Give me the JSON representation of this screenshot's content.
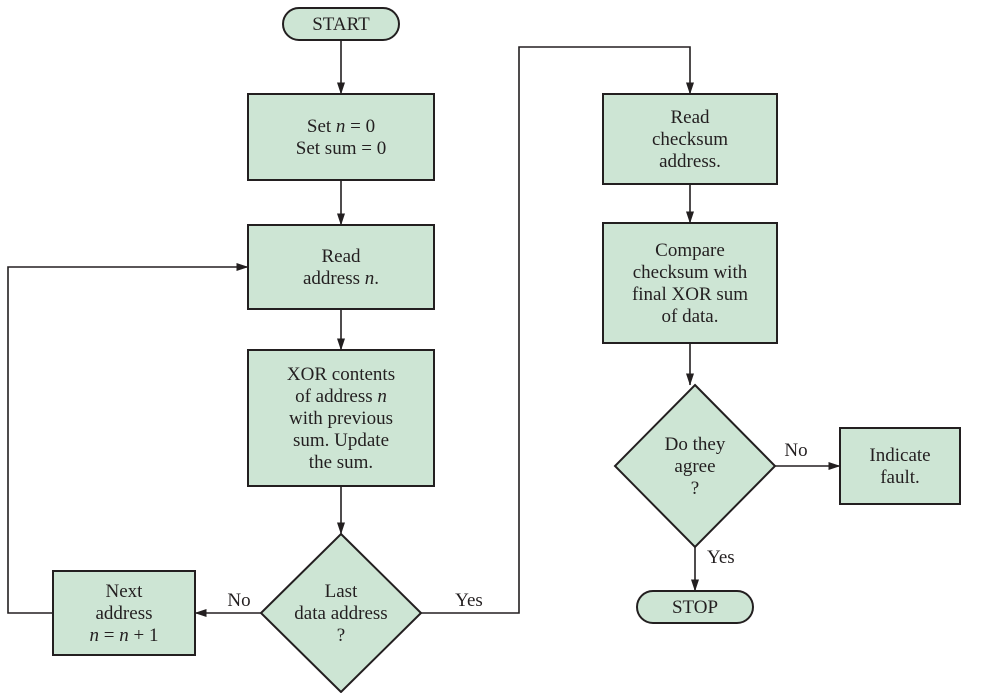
{
  "colors": {
    "node_fill": "#cde5d4",
    "stroke": "#231f20",
    "background": "#ffffff"
  },
  "nodes": {
    "start": {
      "shape": "terminal",
      "lines": [
        [
          {
            "t": "START"
          }
        ]
      ]
    },
    "init": {
      "shape": "process",
      "lines": [
        [
          {
            "t": "Set "
          },
          {
            "t": "n",
            "i": true
          },
          {
            "t": " = 0"
          }
        ],
        [
          {
            "t": "Set sum = 0"
          }
        ]
      ]
    },
    "read_address": {
      "shape": "process",
      "lines": [
        [
          {
            "t": "Read"
          }
        ],
        [
          {
            "t": "address "
          },
          {
            "t": "n",
            "i": true
          },
          {
            "t": "."
          }
        ]
      ]
    },
    "xor": {
      "shape": "process",
      "lines": [
        [
          {
            "t": "XOR contents"
          }
        ],
        [
          {
            "t": "of address "
          },
          {
            "t": "n",
            "i": true
          }
        ],
        [
          {
            "t": "with previous"
          }
        ],
        [
          {
            "t": "sum. Update"
          }
        ],
        [
          {
            "t": "the sum."
          }
        ]
      ]
    },
    "last_address": {
      "shape": "decision",
      "lines": [
        [
          {
            "t": "Last"
          }
        ],
        [
          {
            "t": "data address"
          }
        ],
        [
          {
            "t": "?"
          }
        ]
      ]
    },
    "next_address": {
      "shape": "process",
      "lines": [
        [
          {
            "t": "Next"
          }
        ],
        [
          {
            "t": "address"
          }
        ],
        [
          {
            "t": "n",
            "i": true
          },
          {
            "t": " = "
          },
          {
            "t": "n",
            "i": true
          },
          {
            "t": " + 1"
          }
        ]
      ]
    },
    "read_checksum": {
      "shape": "process",
      "lines": [
        [
          {
            "t": "Read"
          }
        ],
        [
          {
            "t": "checksum"
          }
        ],
        [
          {
            "t": "address."
          }
        ]
      ]
    },
    "compare": {
      "shape": "process",
      "lines": [
        [
          {
            "t": "Compare"
          }
        ],
        [
          {
            "t": "checksum with"
          }
        ],
        [
          {
            "t": "final XOR sum"
          }
        ],
        [
          {
            "t": "of data."
          }
        ]
      ]
    },
    "agree": {
      "shape": "decision",
      "lines": [
        [
          {
            "t": "Do they"
          }
        ],
        [
          {
            "t": "agree"
          }
        ],
        [
          {
            "t": "?"
          }
        ]
      ]
    },
    "fault": {
      "shape": "process",
      "lines": [
        [
          {
            "t": "Indicate"
          }
        ],
        [
          {
            "t": "fault."
          }
        ]
      ]
    },
    "stop": {
      "shape": "terminal",
      "lines": [
        [
          {
            "t": "STOP"
          }
        ]
      ]
    }
  },
  "edges": [
    {
      "from": "start",
      "to": "init"
    },
    {
      "from": "init",
      "to": "read_address"
    },
    {
      "from": "read_address",
      "to": "xor"
    },
    {
      "from": "xor",
      "to": "last_address"
    },
    {
      "from": "last_address",
      "to": "next_address",
      "label": "No"
    },
    {
      "from": "next_address",
      "to": "read_address"
    },
    {
      "from": "last_address",
      "to": "read_checksum",
      "label": "Yes"
    },
    {
      "from": "read_checksum",
      "to": "compare"
    },
    {
      "from": "compare",
      "to": "agree"
    },
    {
      "from": "agree",
      "to": "fault",
      "label": "No"
    },
    {
      "from": "agree",
      "to": "stop",
      "label": "Yes"
    }
  ]
}
